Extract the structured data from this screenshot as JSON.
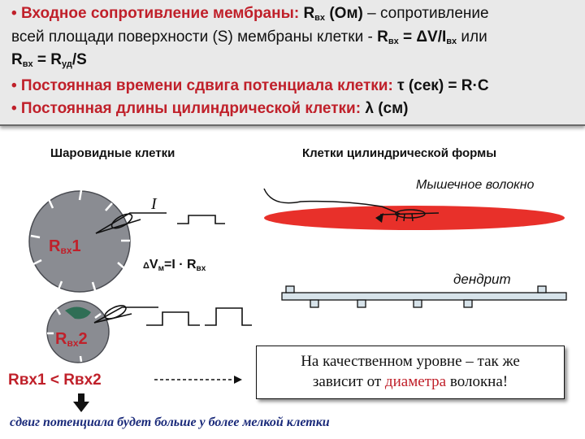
{
  "header": {
    "line1_bullet": "•",
    "line1_title": "Входное сопротивление мембраны:",
    "line1_r": "R",
    "line1_r_sub": "вх",
    "line1_unit": "(Ом)",
    "line1_rest": "– сопротивление",
    "line2_text": "всей площади поверхности (S) мембраны клетки -",
    "line2_formula_a": "R",
    "line2_formula_a_sub": "вх",
    "line2_formula_b": "= ΔV/I",
    "line2_formula_b_sub": "вх",
    "line2_or": "или",
    "line3_a": "R",
    "line3_a_sub": "вх",
    "line3_b": "= R",
    "line3_b_sub": "уд",
    "line3_c": "/S",
    "line4_title": "• Постоянная времени сдвига потенциала клетки:",
    "line4_tau": "τ",
    "line4_rest": "(сек) = R·C",
    "line5_title": "• Постоянная длины цилиндрической клетки:",
    "line5_lambda": "λ",
    "line5_rest": "(см)"
  },
  "left_column": {
    "heading": "Шаровидные клетки",
    "current_label": "I",
    "cell1_label": "R",
    "cell1_sub": "вх",
    "cell1_num": "1",
    "cell2_label": "R",
    "cell2_sub": "вх",
    "cell2_num": "2",
    "comparison": "Rвх1 < Rвх2"
  },
  "middle": {
    "formula_delta": "Δ",
    "formula_v": "V",
    "formula_v_sub": "м",
    "formula_rest": "=I · R",
    "formula_rest_sub": "вх"
  },
  "right_column": {
    "heading": "Клетки цилиндрической формы",
    "fiber_label": "Мышечное волокно",
    "dendrite_label": "дендрит"
  },
  "note": {
    "line1": "На качественном уровне – так же",
    "line2_prefix": "зависит от",
    "line2_highlight": "диаметра",
    "line2_suffix": "волокна!"
  },
  "footer": {
    "conclusion": "сдвиг потенциала будет больше у более мелкой клетки"
  },
  "colors": {
    "title_red": "#c0202a",
    "fiber_red": "#e8302a",
    "cell_gray": "#8a8c92",
    "cell_green": "#2f6e55",
    "dendrite_fill": "#d7e3ea"
  }
}
